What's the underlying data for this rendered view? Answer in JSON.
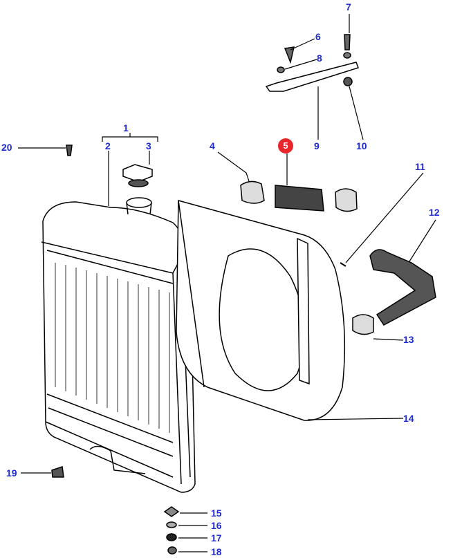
{
  "diagram": {
    "highlight_color": "#e8252b",
    "label_color": "#1f2bd0",
    "callouts": [
      {
        "id": "1",
        "text": "1"
      },
      {
        "id": "2",
        "text": "2"
      },
      {
        "id": "3",
        "text": "3"
      },
      {
        "id": "4",
        "text": "4"
      },
      {
        "id": "5",
        "text": "5",
        "highlighted": true
      },
      {
        "id": "6",
        "text": "6"
      },
      {
        "id": "7",
        "text": "7"
      },
      {
        "id": "8",
        "text": "8"
      },
      {
        "id": "9",
        "text": "9"
      },
      {
        "id": "10",
        "text": "10"
      },
      {
        "id": "11",
        "text": "11"
      },
      {
        "id": "12",
        "text": "12"
      },
      {
        "id": "13",
        "text": "13"
      },
      {
        "id": "14",
        "text": "14"
      },
      {
        "id": "15",
        "text": "15"
      },
      {
        "id": "16",
        "text": "16"
      },
      {
        "id": "17",
        "text": "17"
      },
      {
        "id": "18",
        "text": "18"
      },
      {
        "id": "19",
        "text": "19"
      },
      {
        "id": "20",
        "text": "20"
      }
    ]
  }
}
